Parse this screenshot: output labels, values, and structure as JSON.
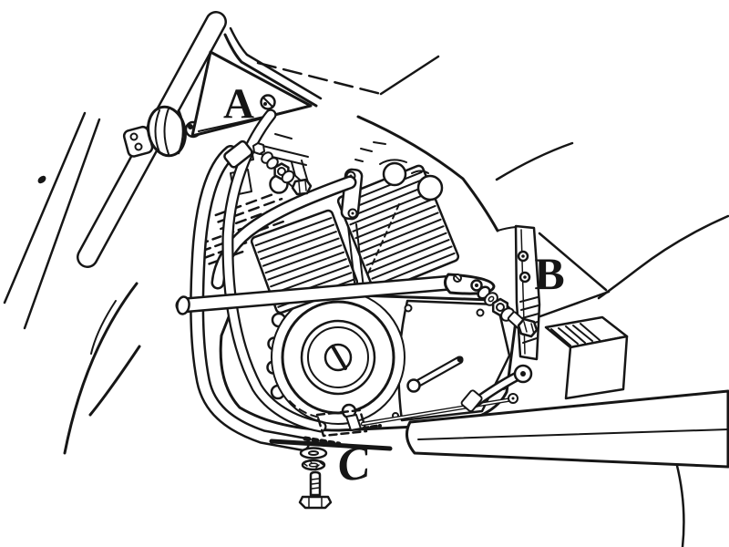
{
  "diagram": {
    "subject": "motorcycle engine guard mounting diagram",
    "mount_labels": [
      {
        "id": "mount-a",
        "text": "A"
      },
      {
        "id": "mount-b",
        "text": "B"
      },
      {
        "id": "mount-c",
        "text": "C"
      }
    ],
    "colors": {
      "ink": "#161616",
      "paper": "#ffffff"
    }
  }
}
